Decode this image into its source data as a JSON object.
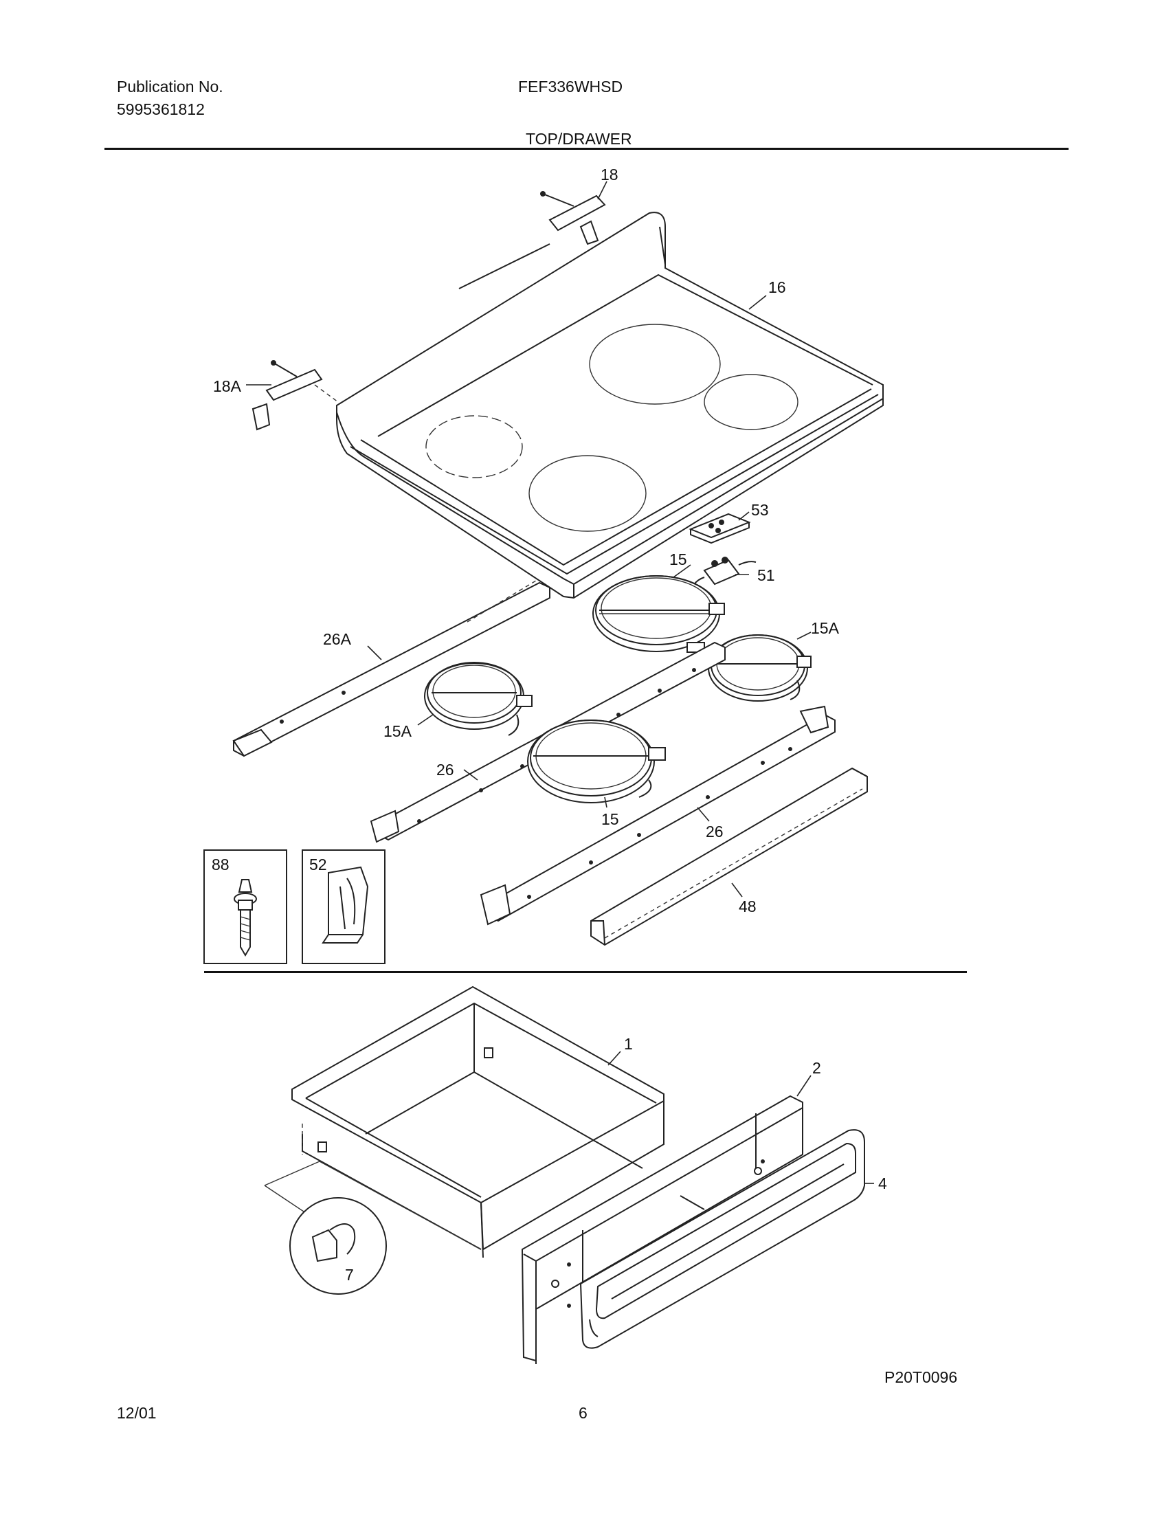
{
  "header": {
    "publication_label": "Publication No.",
    "publication_number": "5995361812",
    "model": "FEF336WHSD",
    "section_title": "TOP/DRAWER"
  },
  "footer": {
    "date": "12/01",
    "page_number": "6"
  },
  "diagram": {
    "drawing_code": "P20T0096",
    "callouts": {
      "c18": "18",
      "c16": "16",
      "c18A": "18A",
      "c53": "53",
      "c15_top": "15",
      "c51": "51",
      "c15A_right": "15A",
      "c26A": "26A",
      "c15A_left": "15A",
      "c26_left": "26",
      "c15_bottom": "15",
      "c26_right": "26",
      "c48": "48",
      "c88": "88",
      "c52": "52",
      "c1": "1",
      "c2": "2",
      "c4": "4",
      "c7": "7"
    }
  }
}
